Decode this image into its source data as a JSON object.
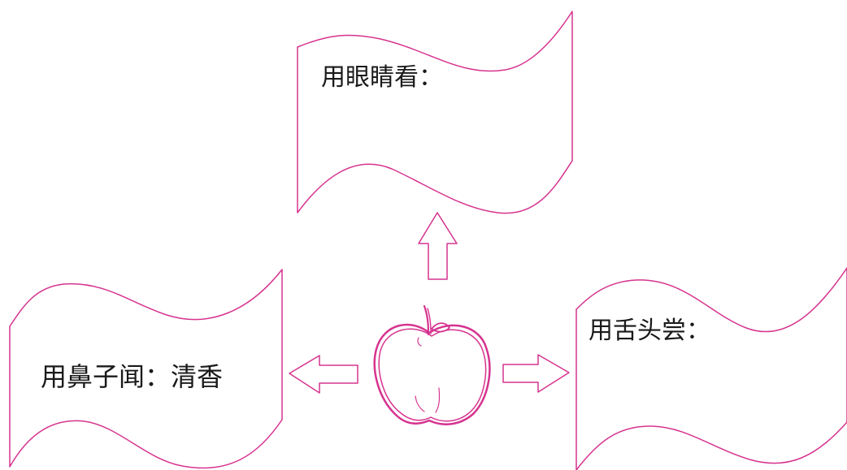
{
  "colors": {
    "outline": "#d6338f",
    "text": "#1a1a1a",
    "background": "#ffffff"
  },
  "center": {
    "icon": "apple-icon"
  },
  "banners": {
    "top": {
      "label": "用眼睛看："
    },
    "left": {
      "label": "用鼻子闻：清香"
    },
    "right": {
      "label": "用舌头尝："
    }
  },
  "arrows": {
    "up": {
      "direction": "up",
      "icon": "arrow-up-icon"
    },
    "left": {
      "direction": "left",
      "icon": "arrow-left-icon"
    },
    "right": {
      "direction": "right",
      "icon": "arrow-right-icon"
    }
  }
}
